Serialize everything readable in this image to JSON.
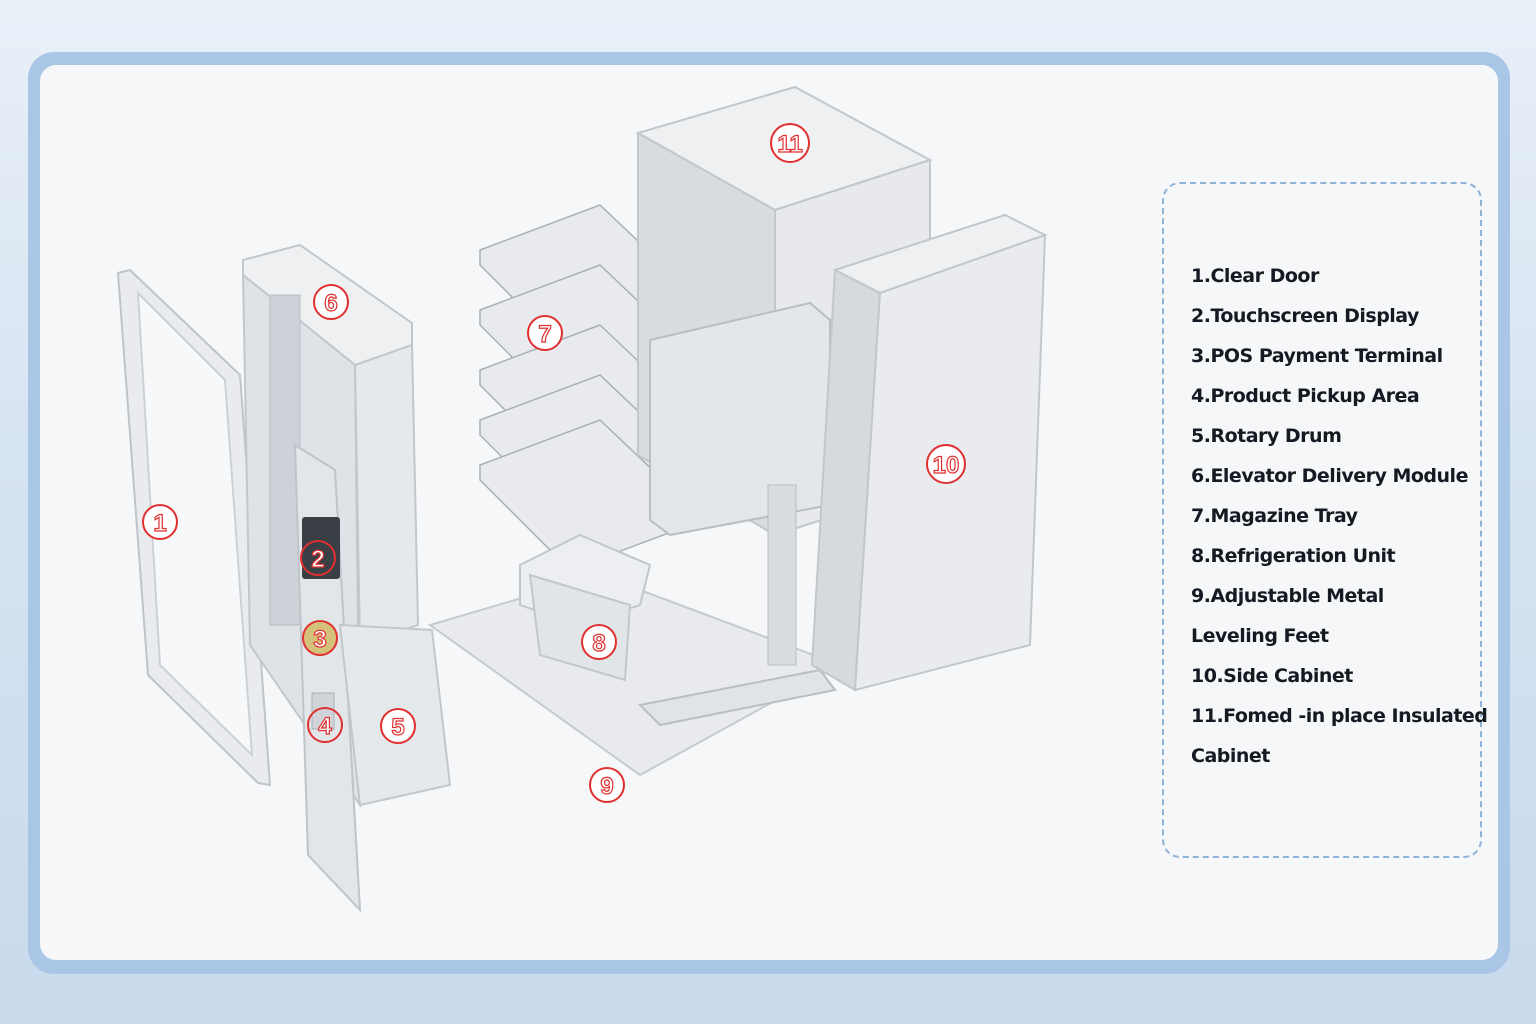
{
  "legend": {
    "items": [
      "1.Clear Door",
      "2.Touchscreen Display",
      "3.POS Payment Terminal",
      "4.Product Pickup Area",
      "5.Rotary Drum",
      "6.Elevator Delivery Module",
      "7.Magazine Tray",
      "8.Refrigeration Unit",
      "9.Adjustable Metal",
      "Leveling Feet",
      "10.Side Cabinet",
      "11.Fomed -in place Insulated",
      "Cabinet"
    ]
  },
  "markers": [
    "1",
    "2",
    "3",
    "4",
    "5",
    "6",
    "7",
    "8",
    "9",
    "10",
    "11"
  ],
  "colors": {
    "marker": "#e03030",
    "legend_border": "#8fb2d6",
    "frame": "#a9c6e6",
    "panel": "#f6f7f9",
    "metal": "#e4e6e9"
  }
}
